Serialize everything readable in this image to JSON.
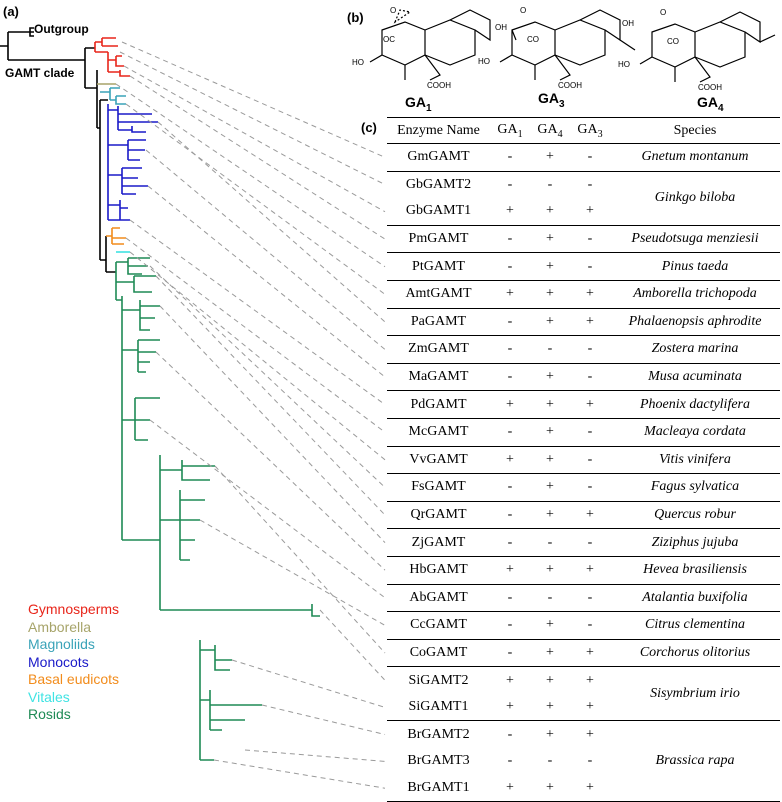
{
  "panels": {
    "a": "(a)",
    "b": "(b)",
    "c": "(c)"
  },
  "tree": {
    "outgroup_label": "Outgroup",
    "clade_label": "GAMT clade"
  },
  "legend": [
    {
      "label": "Gymnosperms",
      "color": "#e8251a"
    },
    {
      "label": "Amborella",
      "color": "#a7a46a"
    },
    {
      "label": "Magnoliids",
      "color": "#3aa3b8"
    },
    {
      "label": "Monocots",
      "color": "#1a1ac8"
    },
    {
      "label": "Basal eudicots",
      "color": "#f28c1c"
    },
    {
      "label": "Vitales",
      "color": "#3fe3e3"
    },
    {
      "label": "Rosids",
      "color": "#1e8a55"
    }
  ],
  "molecules": [
    {
      "name": "GA",
      "sub": "1"
    },
    {
      "name": "GA",
      "sub": "3"
    },
    {
      "name": "GA",
      "sub": "4"
    }
  ],
  "table": {
    "headers": {
      "enzyme": "Enzyme Name",
      "ga1": "GA",
      "ga1_sub": "1",
      "ga4": "GA",
      "ga4_sub": "4",
      "ga3": "GA",
      "ga3_sub": "3",
      "species": "Species"
    },
    "rows": [
      {
        "name": "GmGAMT",
        "ga1": "-",
        "ga4": "+",
        "ga3": "-",
        "species": "Gnetum montanum"
      },
      {
        "name": "GbGAMT2",
        "ga1": "-",
        "ga4": "-",
        "ga3": "-",
        "species": "Ginkgo biloba"
      },
      {
        "name": "GbGAMT1",
        "ga1": "+",
        "ga4": "+",
        "ga3": "+",
        "species": ""
      },
      {
        "name": "PmGAMT",
        "ga1": "-",
        "ga4": "+",
        "ga3": "-",
        "species": "Pseudotsuga menziesii"
      },
      {
        "name": "PtGAMT",
        "ga1": "-",
        "ga4": "+",
        "ga3": "-",
        "species": "Pinus taeda"
      },
      {
        "name": "AmtGAMT",
        "ga1": "+",
        "ga4": "+",
        "ga3": "+",
        "species": "Amborella trichopoda"
      },
      {
        "name": "PaGAMT",
        "ga1": "-",
        "ga4": "+",
        "ga3": "+",
        "species": "Phalaenopsis aphrodite"
      },
      {
        "name": "ZmGAMT",
        "ga1": "-",
        "ga4": "-",
        "ga3": "-",
        "species": "Zostera marina"
      },
      {
        "name": "MaGAMT",
        "ga1": "-",
        "ga4": "+",
        "ga3": "-",
        "species": "Musa acuminata"
      },
      {
        "name": "PdGAMT",
        "ga1": "+",
        "ga4": "+",
        "ga3": "+",
        "species": "Phoenix dactylifera"
      },
      {
        "name": "McGAMT",
        "ga1": "-",
        "ga4": "+",
        "ga3": "-",
        "species": "Macleaya cordata"
      },
      {
        "name": "VvGAMT",
        "ga1": "+",
        "ga4": "+",
        "ga3": "-",
        "species": "Vitis vinifera"
      },
      {
        "name": "FsGAMT",
        "ga1": "-",
        "ga4": "+",
        "ga3": "-",
        "species": "Fagus sylvatica"
      },
      {
        "name": "QrGAMT",
        "ga1": "-",
        "ga4": "+",
        "ga3": "+",
        "species": "Quercus robur"
      },
      {
        "name": "ZjGAMT",
        "ga1": "-",
        "ga4": "-",
        "ga3": "-",
        "species": "Ziziphus jujuba"
      },
      {
        "name": "HbGAMT",
        "ga1": "+",
        "ga4": "+",
        "ga3": "+",
        "species": "Hevea brasiliensis"
      },
      {
        "name": "AbGAMT",
        "ga1": "-",
        "ga4": "-",
        "ga3": "-",
        "species": "Atalantia buxifolia"
      },
      {
        "name": "CcGAMT",
        "ga1": "-",
        "ga4": "+",
        "ga3": "-",
        "species": "Citrus clementina"
      },
      {
        "name": "CoGAMT",
        "ga1": "-",
        "ga4": "+",
        "ga3": "+",
        "species": "Corchorus olitorius"
      },
      {
        "name": "SiGAMT2",
        "ga1": "+",
        "ga4": "+",
        "ga3": "+",
        "species": "Sisymbrium irio"
      },
      {
        "name": "SiGAMT1",
        "ga1": "+",
        "ga4": "+",
        "ga3": "+",
        "species": ""
      },
      {
        "name": "BrGAMT2",
        "ga1": "-",
        "ga4": "+",
        "ga3": "+",
        "species": "Brassica rapa"
      },
      {
        "name": "BrGAMT3",
        "ga1": "-",
        "ga4": "-",
        "ga3": "-",
        "species": ""
      },
      {
        "name": "BrGAMT1",
        "ga1": "+",
        "ga4": "+",
        "ga3": "+",
        "species": ""
      }
    ]
  }
}
